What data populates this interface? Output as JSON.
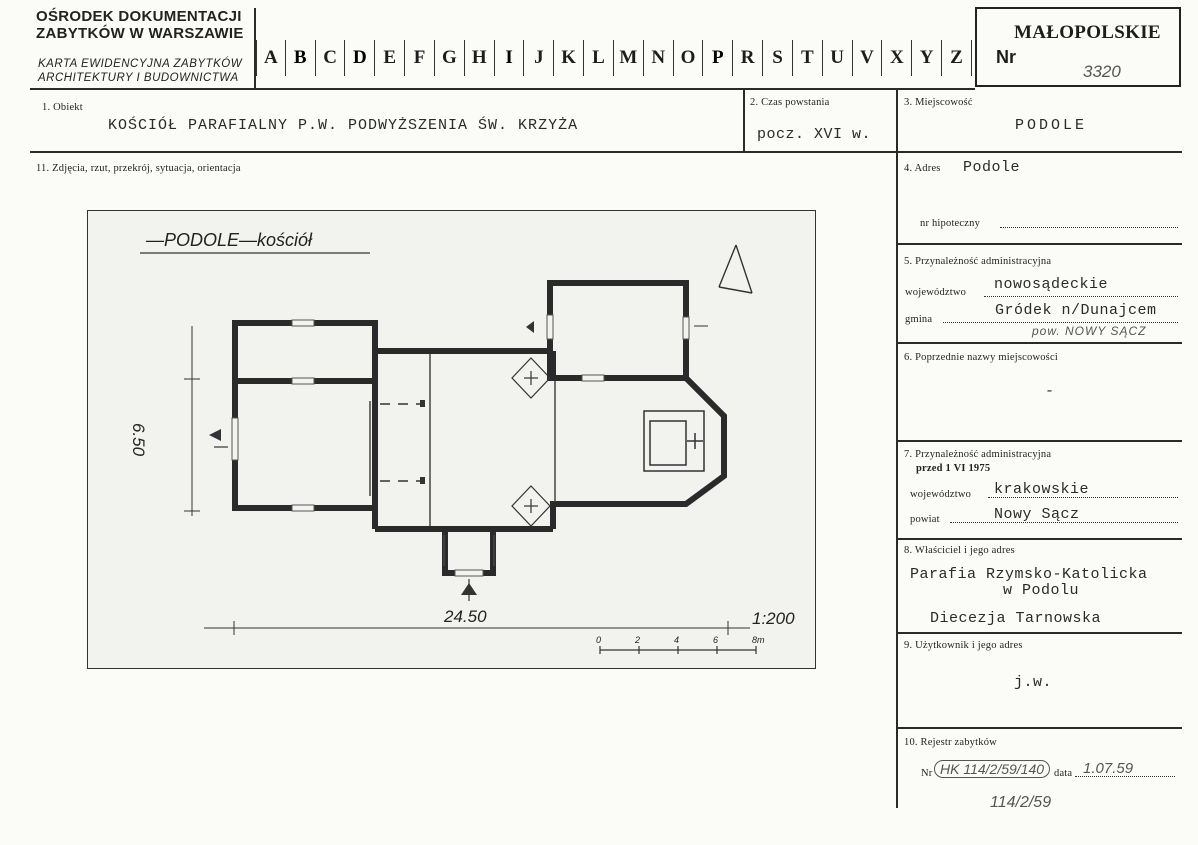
{
  "header": {
    "institution_line1": "OŚRODEK DOKUMENTACJI",
    "institution_line2": "ZABYTKÓW W WARSZAWIE",
    "card_type_line1": "KARTA EWIDENCYJNA ZABYTKÓW",
    "card_type_line2": "ARCHITEKTURY I BUDOWNICTWA",
    "letters": [
      "A",
      "B",
      "C",
      "D",
      "E",
      "F",
      "G",
      "H",
      "I",
      "J",
      "K",
      "L",
      "M",
      "N",
      "O",
      "P",
      "R",
      "S",
      "T",
      "U",
      "V",
      "X",
      "Y",
      "Z"
    ],
    "marked_letters": [
      "B",
      "D",
      "I",
      "P"
    ],
    "region": "MAŁOPOLSKIE",
    "nr_label": "Nr",
    "nr_value": "3320"
  },
  "fields": {
    "obiekt_label": "1. Obiekt",
    "obiekt_value": "KOŚCIÓŁ  PARAFIALNY  P.W. PODWYŻSZENIA ŚW. KRZYŻA",
    "czas_label": "2. Czas powstania",
    "czas_value": "pocz. XVI w.",
    "miejscowosc_label": "3. Miejscowość",
    "miejscowosc_value": "PODOLE",
    "zdjecia_label": "11. Zdjęcia, rzut, przekrój, sytuacja, orientacja",
    "adres_label": "4. Adres",
    "adres_value": "Podole",
    "hipoteczny_label": "nr hipoteczny",
    "przynaleznosc_label": "5. Przynależność administracyjna",
    "wojewodztwo_label": "województwo",
    "wojewodztwo_value": "nowosądeckie",
    "gmina_label": "gmina",
    "gmina_value": "Gródek n/Dunajcem",
    "gmina_note": "pow. NOWY SĄCZ",
    "poprzednie_label": "6. Poprzednie nazwy miejscowości",
    "poprzednie_value": "-",
    "przynaleznosc_old_label": "7. Przynależność administracyjna",
    "przed_label": "przed  1  VI  1975",
    "wojewodztwo_old_label": "województwo",
    "wojewodztwo_old_value": "krakowskie",
    "powiat_label": "powiat",
    "powiat_value": "Nowy Sącz",
    "wlasciciel_label": "8. Właściciel i jego adres",
    "wlasciciel_line1": "Parafia Rzymsko-Katolicka",
    "wlasciciel_line2": "w Podolu",
    "wlasciciel_line3": "Diecezja  Tarnowska",
    "uzytkownik_label": "9. Użytkownik i jego adres",
    "uzytkownik_value": "j.w.",
    "rejestr_label": "10. Rejestr zabytków",
    "rejestr_nr_label": "Nr",
    "rejestr_nr_value": "HK 114/2/59/140",
    "rejestr_data_label": "data",
    "rejestr_data_value": "1.07.59",
    "rejestr_note": "114/2/59"
  },
  "drawing": {
    "title": "—PODOLE—kościół",
    "width_dim": "6.50",
    "length_dim": "24.50",
    "scale": "1:200",
    "scale_ticks": [
      "0",
      "2",
      "4",
      "6",
      "8m"
    ]
  }
}
